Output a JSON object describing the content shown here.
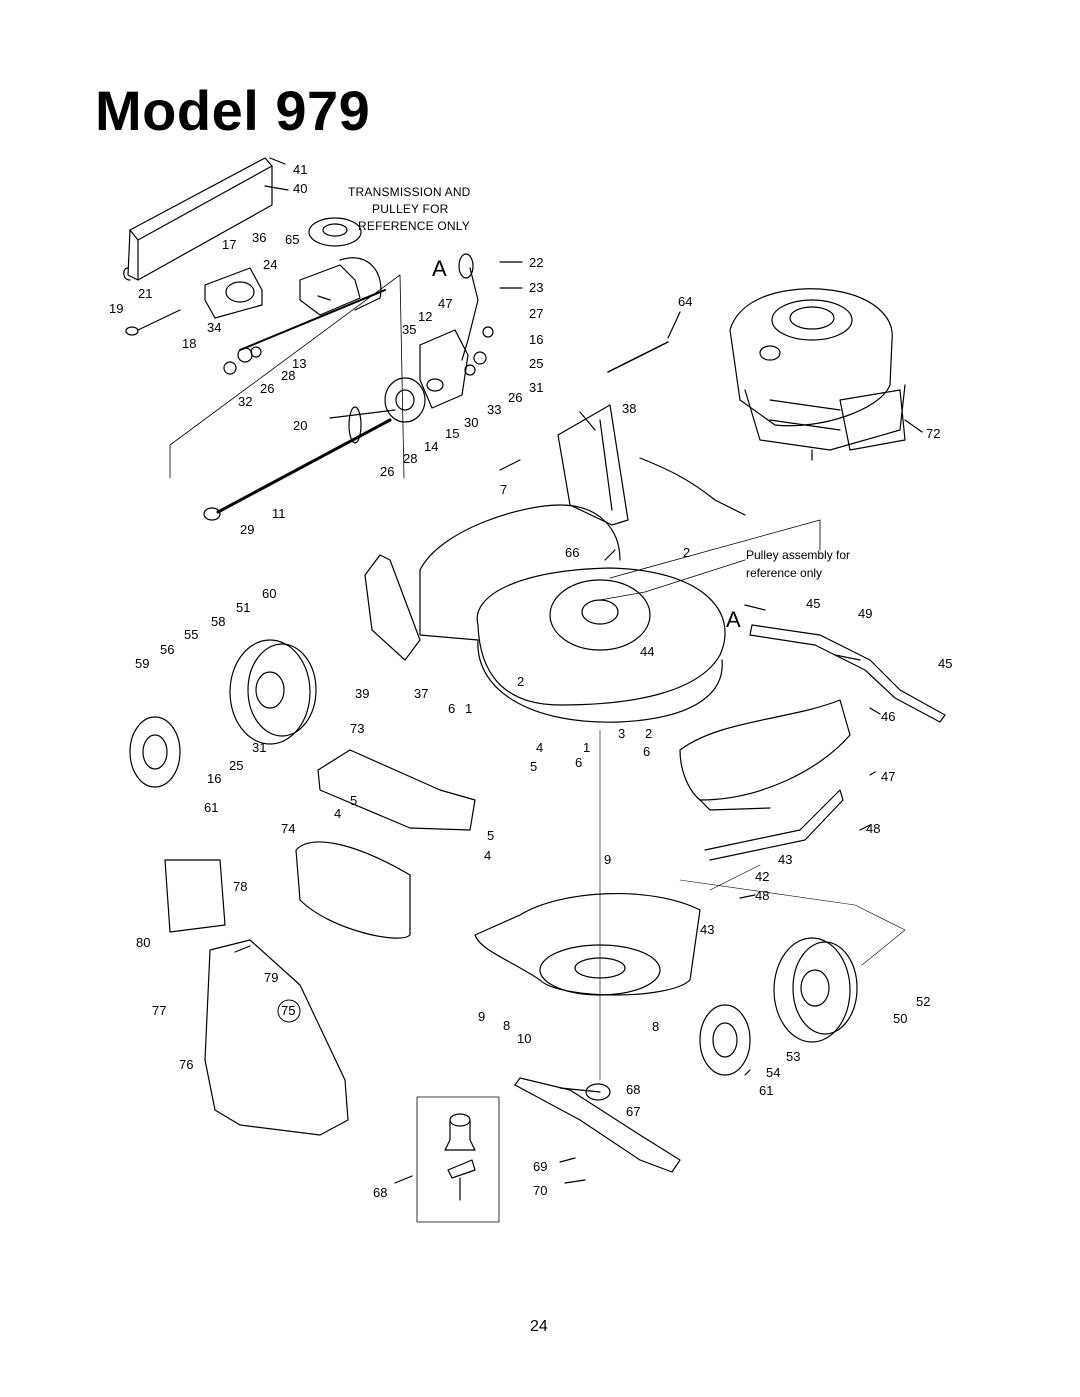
{
  "title": "Model 979",
  "page_number": "24",
  "notes": {
    "transmission_line1": "TRANSMISSION AND",
    "transmission_line2": "PULLEY FOR",
    "transmission_line3": "REFERENCE ONLY",
    "pulley_line1": "Pulley assembly for",
    "pulley_line2": "reference only"
  },
  "reference_markers": [
    "A",
    "A"
  ],
  "circled_callout": "75",
  "callouts": [
    "41",
    "40",
    "36",
    "17",
    "65",
    "24",
    "21",
    "19",
    "34",
    "18",
    "13",
    "28",
    "26",
    "32",
    "20",
    "11",
    "29",
    "22",
    "23",
    "64",
    "12",
    "47",
    "27",
    "35",
    "16",
    "25",
    "31",
    "26",
    "33",
    "30",
    "15",
    "14",
    "28",
    "26",
    "38",
    "72",
    "7",
    "66",
    "2",
    "45",
    "49",
    "44",
    "45",
    "60",
    "51",
    "58",
    "55",
    "56",
    "59",
    "39",
    "37",
    "6",
    "1",
    "2",
    "73",
    "4",
    "5",
    "1",
    "3",
    "2",
    "6",
    "6",
    "46",
    "47",
    "31",
    "25",
    "16",
    "61",
    "5",
    "4",
    "74",
    "5",
    "4",
    "48",
    "9",
    "43",
    "42",
    "78",
    "48",
    "43",
    "80",
    "79",
    "77",
    "9",
    "8",
    "10",
    "8",
    "52",
    "50",
    "53",
    "54",
    "61",
    "76",
    "68",
    "67",
    "69",
    "70",
    "68"
  ]
}
